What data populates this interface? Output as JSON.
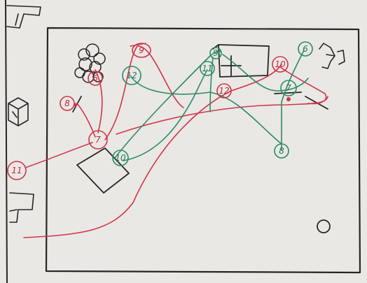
{
  "colors": {
    "paper": "#e9e8e4",
    "black_ink": "#262626",
    "red_ink": "#d0354a",
    "green_ink": "#2c8a67"
  },
  "red_markers": [
    {
      "id": "red-marker-9",
      "label": "9"
    },
    {
      "id": "red-marker-6",
      "label": "6"
    },
    {
      "id": "red-marker-8",
      "label": "8"
    },
    {
      "id": "red-marker-7",
      "label": "7"
    },
    {
      "id": "red-marker-11",
      "label": "11"
    },
    {
      "id": "red-marker-12",
      "label": "12"
    },
    {
      "id": "red-marker-10",
      "label": "10"
    }
  ],
  "green_markers": [
    {
      "id": "green-marker-12",
      "label": "12"
    },
    {
      "id": "green-marker-10",
      "label": "10"
    },
    {
      "id": "green-marker-11",
      "label": "11"
    },
    {
      "id": "green-marker-9",
      "label": "9"
    },
    {
      "id": "green-marker-6",
      "label": "6"
    },
    {
      "id": "green-marker-7",
      "label": "7"
    },
    {
      "id": "green-marker-8",
      "label": "8"
    }
  ],
  "icons": [
    "tree-scribble-icon",
    "rectangle-icon",
    "table-icon",
    "chair-icon",
    "circle-icon"
  ]
}
